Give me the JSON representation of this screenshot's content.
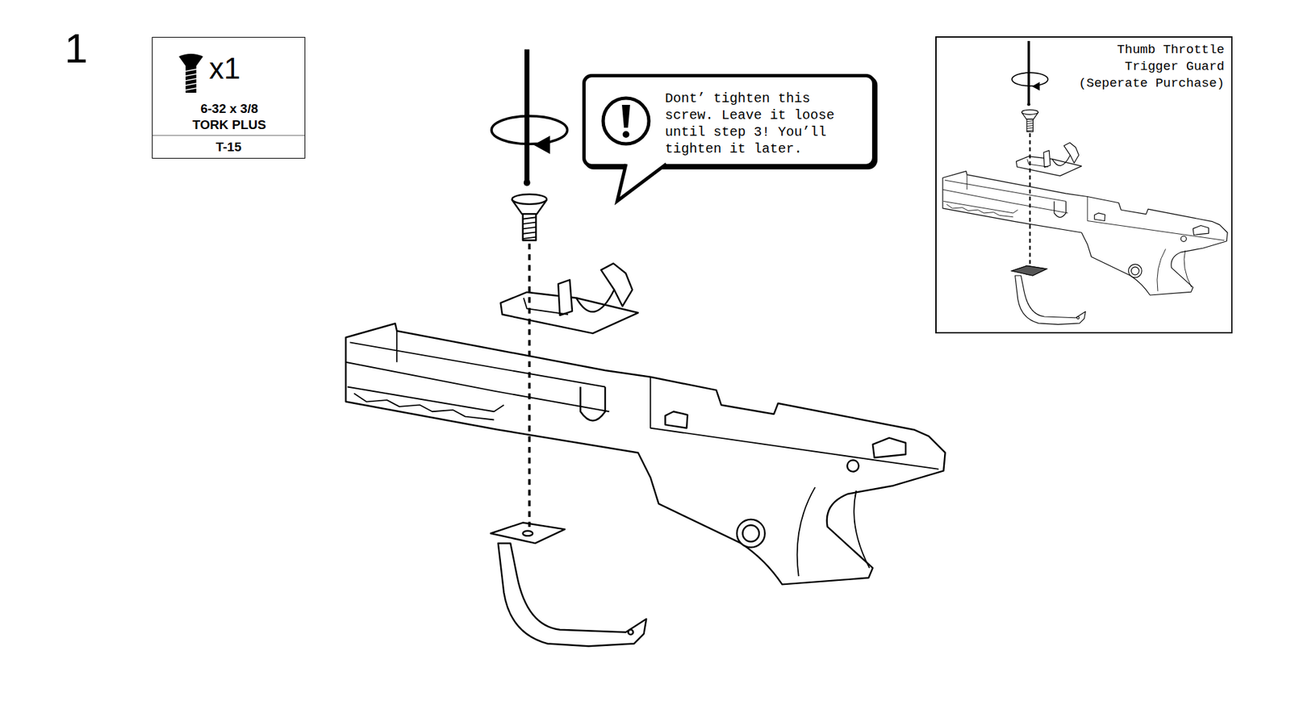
{
  "diagram": {
    "nodes": [
      {
        "text": [
          "x1",
          "6-32 x 3/8 TORK PLUS",
          "T-15"
        ]
      },
      {
        "text": [
          "Dont’ tighten this screw. Leave it loose until step 3! You’ll tighten it later."
        ]
      },
      {
        "text": [
          "Thumb Throttle Trigger Guard (Seperate Purchase)"
        ]
      }
    ],
    "labels": [
      "1"
    ]
  }
}
